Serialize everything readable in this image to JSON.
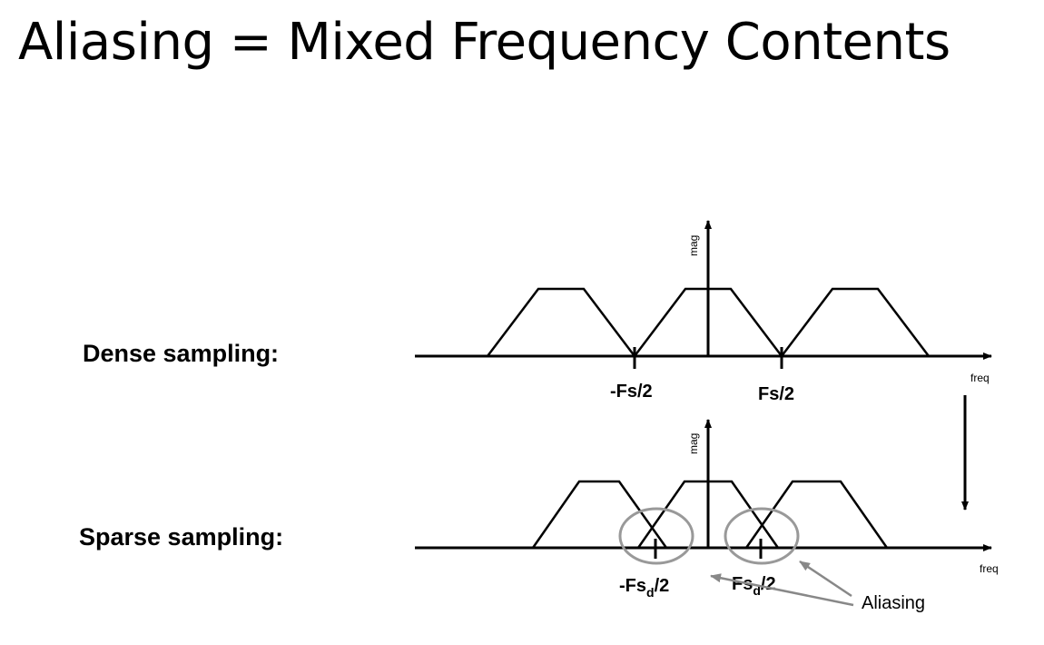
{
  "title": "Aliasing = Mixed Frequency Contents",
  "dense": {
    "label": "Dense sampling:",
    "y_axis_label": "mag",
    "x_axis_label": "freq",
    "left_tick": "-Fs/2",
    "right_tick": "Fs/2"
  },
  "sparse": {
    "label": "Sparse sampling:",
    "y_axis_label": "mag",
    "x_axis_label": "freq",
    "left_tick_main": "-Fs",
    "left_tick_sub": "d",
    "left_tick_tail": "/2",
    "right_tick_main": "Fs",
    "right_tick_sub": "d",
    "right_tick_tail": "/2"
  },
  "annotation": "Aliasing",
  "colors": {
    "line": "#000000",
    "circle": "#999999",
    "arrow": "#888888"
  }
}
